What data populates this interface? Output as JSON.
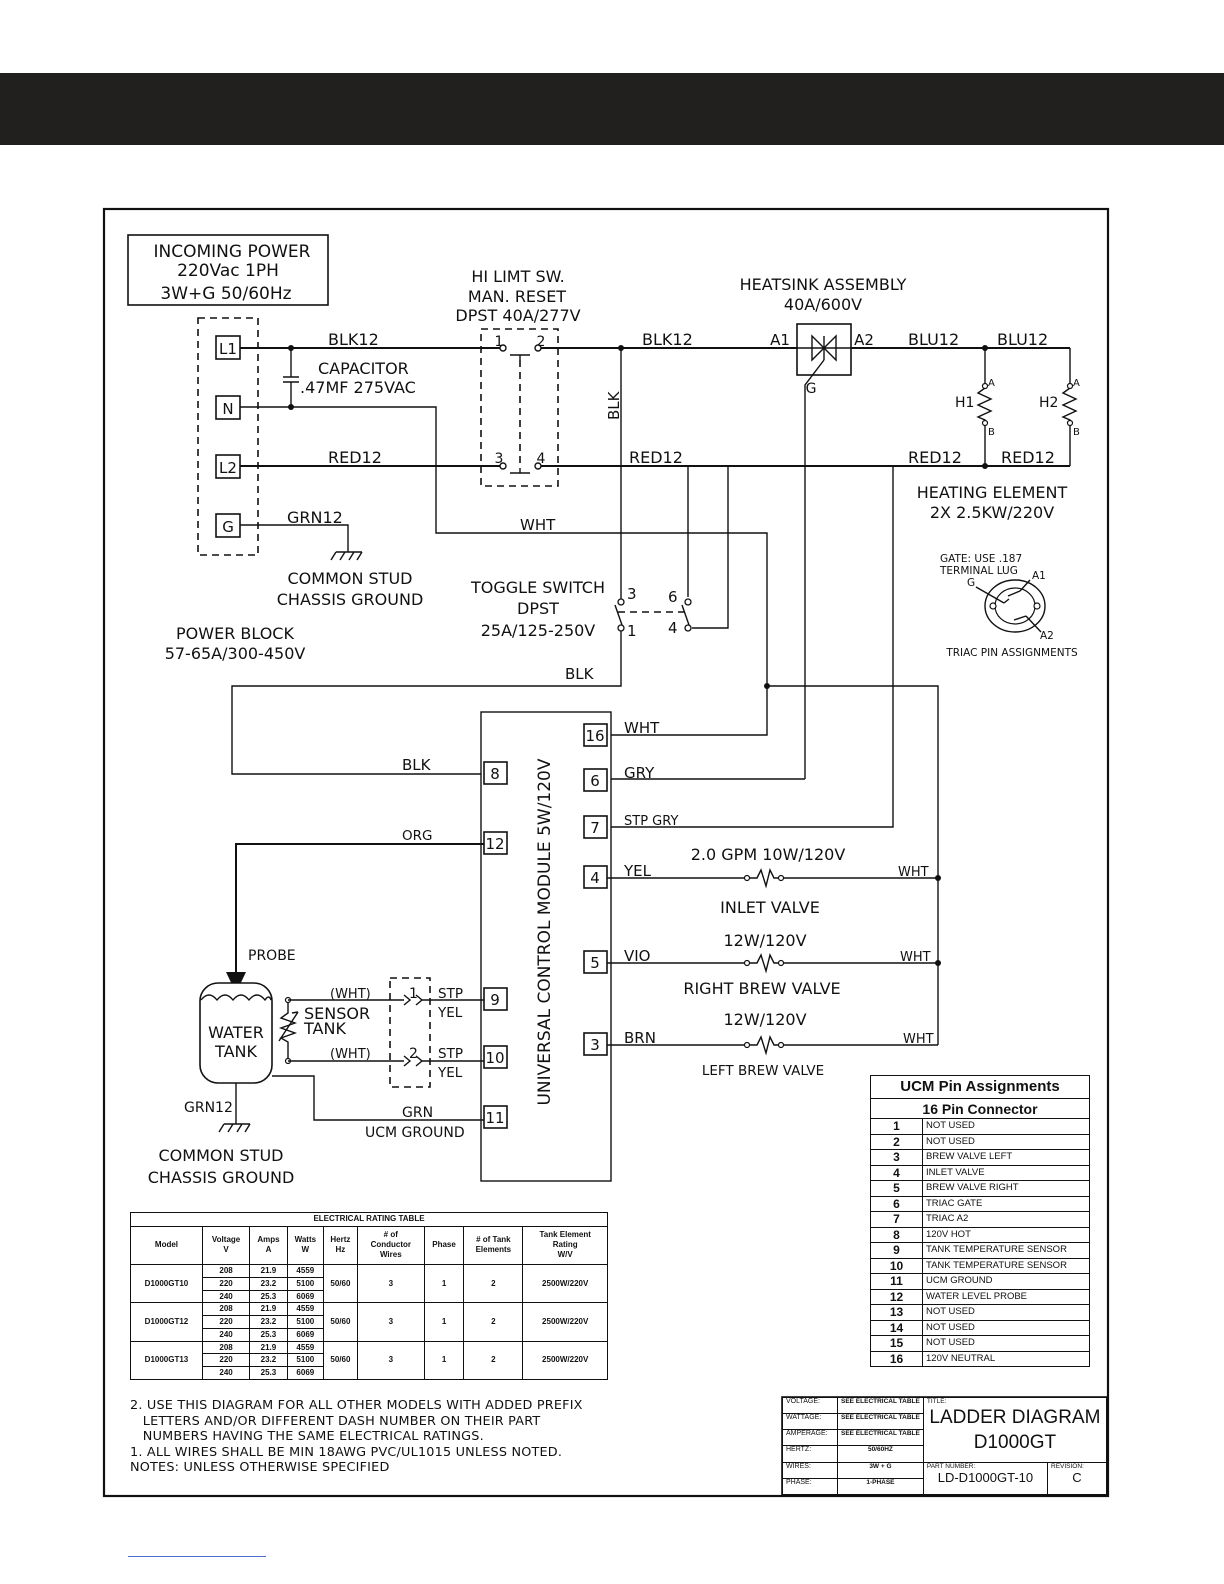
{
  "incoming_power": [
    "INCOMING POWER",
    "220Vac 1PH",
    "3W+G 50/60Hz"
  ],
  "hi_limit": [
    "HI LIMT SW.",
    "MAN. RESET",
    "DPST 40A/277V"
  ],
  "heatsink": [
    "HEATSINK ASSEMBLY",
    "40A/600V"
  ],
  "terminals": {
    "l1": "L1",
    "n": "N",
    "l2": "L2",
    "g": "G"
  },
  "capacitor": [
    "CAPACITOR",
    ".47MF 275VAC"
  ],
  "wires": {
    "blk12_a": "BLK12",
    "blk12_b": "BLK12",
    "blu12_a": "BLU12",
    "blu12_b": "BLU12",
    "red12_a": "RED12",
    "red12_b": "RED12",
    "red12_c": "RED12",
    "red12_d": "RED12",
    "grn12_a": "GRN12",
    "grn12_b": "GRN12",
    "wht": "WHT",
    "blk_v": "BLK",
    "blk_a": "BLK",
    "blk_b": "BLK",
    "wht16": "WHT",
    "gry": "GRY",
    "stp_gry": "STP GRY",
    "yel": "YEL",
    "vio": "VIO",
    "brn": "BRN",
    "org": "ORG",
    "grn": "GRN",
    "wht_r1": "WHT",
    "wht_r2": "WHT",
    "wht_r3": "WHT",
    "wht_s1": "(WHT)",
    "wht_s2": "(WHT)",
    "stp1": "STP",
    "yel1": "YEL",
    "stp2": "STP",
    "yel2": "YEL"
  },
  "switch_pins": {
    "p1": "1",
    "p2": "2",
    "p3": "3",
    "p4": "4"
  },
  "triac_pins": {
    "a1": "A1",
    "a2": "A2",
    "g": "G"
  },
  "elements": {
    "h1": "H1",
    "h2": "H2",
    "a": "A",
    "b": "B"
  },
  "heating_element": [
    "HEATING ELEMENT",
    "2X 2.5KW/220V"
  ],
  "gate_note": [
    "GATE: USE .187",
    "TERMINAL LUG"
  ],
  "triac_detail": {
    "g": "G",
    "a1": "A1",
    "a2": "A2",
    "caption": "TRIAC PIN ASSIGNMENTS"
  },
  "common_stud": [
    "COMMON STUD",
    "CHASSIS GROUND"
  ],
  "toggle": [
    "TOGGLE SWITCH",
    "DPST",
    "25A/125-250V"
  ],
  "toggle_pins": {
    "p3": "3",
    "p6": "6",
    "p1": "1",
    "p4": "4"
  },
  "power_block": [
    "POWER BLOCK",
    "57-65A/300-450V"
  ],
  "ucm_label": "UNIVERSAL CONTROL MODULE 5W/120V",
  "ucm_pins": {
    "p16": "16",
    "p6": "6",
    "p7": "7",
    "p4": "4",
    "p5": "5",
    "p3": "3",
    "p8": "8",
    "p12": "12",
    "p9": "9",
    "p10": "10",
    "p11": "11"
  },
  "inlet_valve": [
    "2.0 GPM 10W/120V",
    "INLET VALVE"
  ],
  "right_brew": [
    "12W/120V",
    "RIGHT BREW VALVE"
  ],
  "left_brew": [
    "12W/120V",
    "LEFT BREW VALVE"
  ],
  "probe": "PROBE",
  "water_tank": [
    "WATER",
    "TANK"
  ],
  "sensor": [
    "SENSOR",
    "TANK"
  ],
  "ucm_ground": "UCM GROUND",
  "plug_pins": {
    "p1": "1",
    "p2": "2"
  },
  "rating_table": {
    "caption": "ELECTRICAL RATING TABLE",
    "headers": {
      "model": "Model",
      "voltage": "Voltage",
      "voltage_u": "V",
      "amps": "Amps",
      "amps_u": "A",
      "watts": "Watts",
      "watts_u": "W",
      "hertz": "Hertz",
      "hertz_u": "Hz",
      "wires_1": "# of",
      "wires_2": "Conductor",
      "wires_3": "Wires",
      "phase": "Phase",
      "tank_1": "# of Tank",
      "tank_2": "Elements",
      "elem_1": "Tank Element",
      "elem_2": "Rating",
      "elem_3": "W/V"
    },
    "models": [
      {
        "model": "D1000GT10",
        "voltage": [
          "208",
          "220",
          "240"
        ],
        "amps": [
          "21.9",
          "23.2",
          "25.3"
        ],
        "watts": [
          "4559",
          "5100",
          "6069"
        ],
        "hertz": "50/60",
        "wires": "3",
        "phase": "1",
        "tank": "2",
        "rating": "2500W/220V"
      },
      {
        "model": "D1000GT12",
        "voltage": [
          "208",
          "220",
          "240"
        ],
        "amps": [
          "21.9",
          "23.2",
          "25.3"
        ],
        "watts": [
          "4559",
          "5100",
          "6069"
        ],
        "hertz": "50/60",
        "wires": "3",
        "phase": "1",
        "tank": "2",
        "rating": "2500W/220V"
      },
      {
        "model": "D1000GT13",
        "voltage": [
          "208",
          "220",
          "240"
        ],
        "amps": [
          "21.9",
          "23.2",
          "25.3"
        ],
        "watts": [
          "4559",
          "5100",
          "6069"
        ],
        "hertz": "50/60",
        "wires": "3",
        "phase": "1",
        "tank": "2",
        "rating": "2500W/220V"
      }
    ]
  },
  "ucm_table": {
    "title": "UCM Pin Assignments",
    "subtitle": "16 Pin Connector",
    "rows": [
      {
        "n": "1",
        "d": "NOT USED"
      },
      {
        "n": "2",
        "d": "NOT USED"
      },
      {
        "n": "3",
        "d": "BREW VALVE LEFT"
      },
      {
        "n": "4",
        "d": "INLET VALVE"
      },
      {
        "n": "5",
        "d": "BREW VALVE RIGHT"
      },
      {
        "n": "6",
        "d": "TRIAC GATE"
      },
      {
        "n": "7",
        "d": "TRIAC A2"
      },
      {
        "n": "8",
        "d": "120V HOT"
      },
      {
        "n": "9",
        "d": "TANK TEMPERATURE SENSOR"
      },
      {
        "n": "10",
        "d": "TANK TEMPERATURE SENSOR"
      },
      {
        "n": "11",
        "d": "UCM GROUND"
      },
      {
        "n": "12",
        "d": "WATER LEVEL PROBE"
      },
      {
        "n": "13",
        "d": "NOT USED"
      },
      {
        "n": "14",
        "d": "NOT USED"
      },
      {
        "n": "15",
        "d": "NOT USED"
      },
      {
        "n": "16",
        "d": "120V NEUTRAL"
      }
    ]
  },
  "notes": [
    "2. USE THIS DIAGRAM FOR ALL OTHER MODELS WITH ADDED PREFIX",
    "   LETTERS AND/OR DIFFERENT DASH NUMBER ON THEIR PART",
    "   NUMBERS HAVING THE SAME ELECTRICAL RATINGS.",
    "1. ALL WIRES SHALL BE MIN 18AWG PVC/UL1015 UNLESS NOTED.",
    "NOTES: UNLESS OTHERWISE SPECIFIED"
  ],
  "title_block": {
    "voltage_k": "VOLTAGE:",
    "voltage_v": "SEE ELECTRICAL TABLE",
    "wattage_k": "WATTAGE:",
    "wattage_v": "SEE ELECTRICAL TABLE",
    "amperage_k": "AMPERAGE:",
    "amperage_v": "SEE ELECTRICAL TABLE",
    "hertz_k": "HERTZ:",
    "hertz_v": "50/60HZ",
    "wires_k": "WIRES:",
    "wires_v": "3W + G",
    "phase_k": "PHASE:",
    "phase_v": "1-PHASE",
    "title_k": "TITLE:",
    "title_1": "LADDER DIAGRAM",
    "title_2": "D1000GT",
    "part_k": "PART NUMBER:",
    "part_v": "LD-D1000GT-10",
    "rev_k": "REVISION:",
    "rev_v": "C"
  }
}
